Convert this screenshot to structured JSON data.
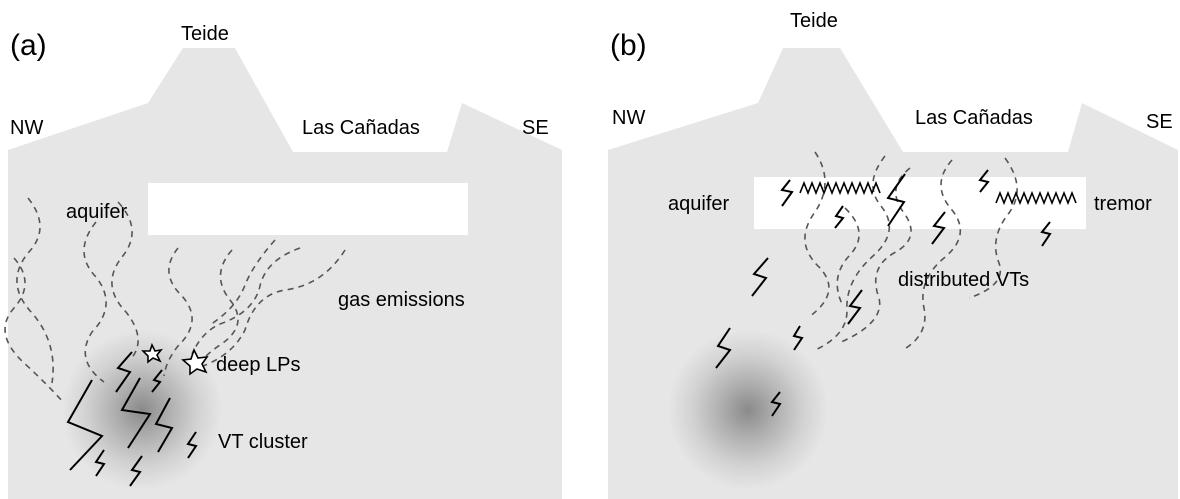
{
  "panels": [
    {
      "tag": "(a)",
      "peak": "Teide",
      "left": "NW",
      "caldera": "Las Cañadas",
      "right": "SE",
      "labels": [
        "aquifer",
        "gas emissions",
        "deep LPs",
        "VT cluster"
      ]
    },
    {
      "tag": "(b)",
      "peak": "Teide",
      "left": "NW",
      "caldera": "Las Cañadas",
      "right": "SE",
      "labels": [
        "aquifer",
        "tremor",
        "distributed VTs"
      ]
    }
  ],
  "colors": {
    "edifice": "#e6e6e6",
    "aquifer": "#ffffff",
    "gas_paths": "#555555",
    "events": "#000000",
    "source_core": "#8a8a8a"
  }
}
